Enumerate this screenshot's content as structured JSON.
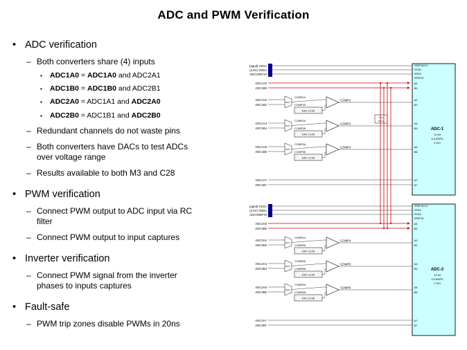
{
  "title": "ADC and PWM Verification",
  "markers": {
    "l1": "•",
    "l2": "–",
    "l3": "▪"
  },
  "bullets": {
    "adc": {
      "heading": "ADC verification",
      "share": "Both converters share (4) inputs",
      "shared": [
        {
          "b1": "ADC1A0",
          "s1": " = ",
          "b2": "ADC1A0",
          "s2": " and ADC2A1"
        },
        {
          "b1": "ADC1B0",
          "s1": " = ",
          "b2": "ADC1B0",
          "s2": " and ADC2B1"
        },
        {
          "b1": "ADC2A0",
          "s1": " = ADC1A1 and ",
          "b2": "ADC2A0",
          "s2": ""
        },
        {
          "b1": "ADC2B0",
          "s1": " = ADC1B1 and ",
          "b2": "ADC2B0",
          "s2": ""
        }
      ],
      "items": [
        "Redundant channels do not waste pins",
        "Both converters have DACs to test ADCs over voltage range",
        "Results available to both M3 and C28"
      ]
    },
    "pwm": {
      "heading": "PWM verification",
      "items": [
        "Connect PWM output to ADC input via RC filter",
        "Connect PWM output to input captures"
      ]
    },
    "inverter": {
      "heading": "Inverter verification",
      "items": [
        "Connect PWM signal from the inverter phases to inputs captures"
      ]
    },
    "fault": {
      "heading": "Fault-safe",
      "items": [
        "PWM trip zones disable PWMs in 20ns"
      ]
    }
  },
  "schematic": {
    "blocks": [
      {
        "title": "ADC-1",
        "specs": [
          "12-bit",
          "4.6 MSPS",
          "2 S/H"
        ],
        "power": [
          "(agnd) VSSA",
          "(3.3V) VDDA",
          "ADCVREFHI"
        ],
        "inputs": [
          "ADC1A0",
          "ADC1B0",
          "ADC1A2",
          "ADC1B2",
          "ADC1A4",
          "ADC1B4",
          "ADC1A6",
          "ADC1B6",
          "ADC1A7",
          "ADC1B7"
        ],
        "comp_pins": [
          "COMP1A",
          "COMP1B",
          "COMP2A",
          "COMP2B",
          "COMP3A",
          "COMP3B"
        ],
        "comparators": [
          "COMP1",
          "COMP2",
          "COMP3"
        ],
        "mux_label": "MUX",
        "dac_label": "DAC 12-bit",
        "temp_sense": [
          "Tmp",
          "Sense"
        ],
        "pins": [
          "VREFHI/LO",
          "VSSA",
          "VDDA",
          "VREFHI",
          "A0:",
          "B0:",
          "A2:",
          "B2:",
          "A4:",
          "B4:",
          "A6:",
          "B6:",
          "A7:",
          "B7:"
        ]
      },
      {
        "title": "ADC-2",
        "specs": [
          "12-bit",
          "4.6 MSPS",
          "2 S/H"
        ],
        "power": [
          "(agnd) VSSA",
          "(3.3V) VDDA",
          "ADCVREFHI"
        ],
        "inputs": [
          "ADC2A0",
          "ADC2B0",
          "ADC2A2",
          "ADC2B2",
          "ADC2A4",
          "ADC2B4",
          "ADC2A6",
          "ADC2B6",
          "ADC2A7",
          "ADC2B7"
        ],
        "comp_pins": [
          "COMP4A",
          "COMP4B",
          "COMP5A",
          "COMP5B",
          "COMP6A",
          "COMP6B"
        ],
        "comparators": [
          "COMP4",
          "COMP5",
          "COMP6"
        ],
        "mux_label": "MUX",
        "dac_label": "DAC 12-bit",
        "pins": [
          "VREFHI/LO",
          "VSSA",
          "VDDA",
          "VREFHI",
          "A0:",
          "B0:",
          "A2:",
          "B2:",
          "A4:",
          "B4:",
          "A6:",
          "B6:",
          "A7:",
          "B7:"
        ]
      }
    ]
  }
}
